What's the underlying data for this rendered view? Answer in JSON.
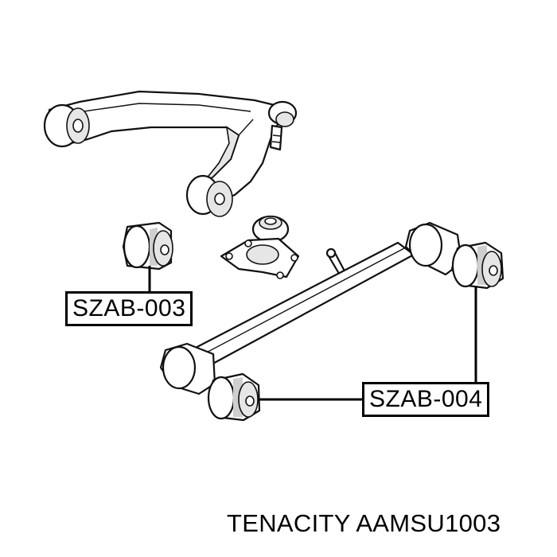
{
  "labels": {
    "part_a": "SZAB-003",
    "part_b": "SZAB-004"
  },
  "caption": "TENACITY AAMSU1003"
}
